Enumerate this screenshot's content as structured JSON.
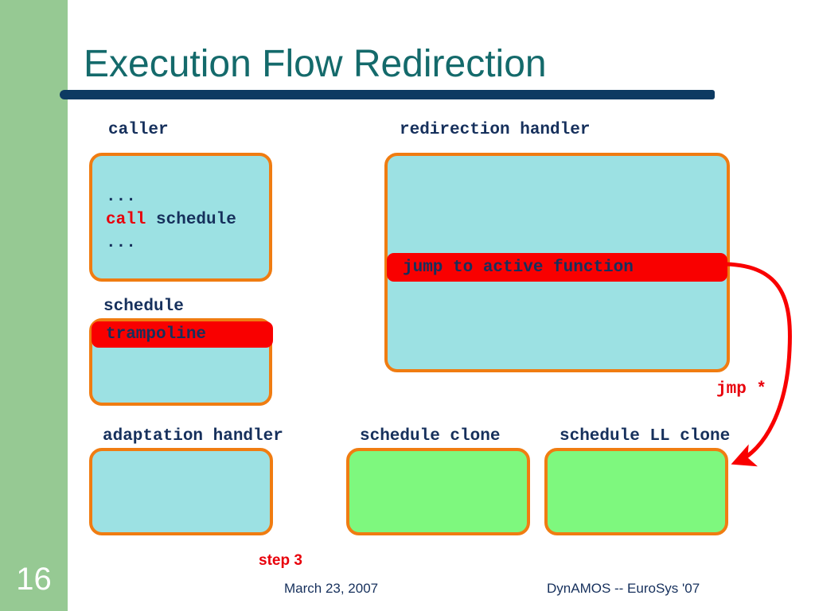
{
  "slide": {
    "title": "Execution Flow Redirection",
    "number": "16",
    "accent_green": "#96c993",
    "title_color": "#146a6b",
    "rule_color": "#0d3a62",
    "box_border": "#f07c11",
    "box_fill_cyan": "#9ce1e3",
    "box_fill_green": "#7ef87e",
    "highlight_red": "#f90000",
    "code_text_color": "#16305c",
    "keyword_color": "#e8000b"
  },
  "boxes": {
    "caller": {
      "caption": "caller",
      "lines": [
        {
          "text": "..."
        },
        {
          "keyword": "call",
          "rest": " schedule"
        },
        {
          "text": "..."
        }
      ]
    },
    "schedule": {
      "caption": "schedule",
      "band_label": "trampoline"
    },
    "adaptation_handler": {
      "caption": "adaptation handler"
    },
    "redirection_handler": {
      "caption": "redirection handler",
      "band_label": "jump to active function"
    },
    "schedule_clone": {
      "caption": "schedule clone"
    },
    "schedule_ll_clone": {
      "caption": "schedule LL clone"
    }
  },
  "annotations": {
    "jmp_label": "jmp *",
    "arrow_color": "#f90000"
  },
  "footer": {
    "step": "step 3",
    "date": "March 23, 2007",
    "conference": "DynAMOS -- EuroSys '07"
  }
}
